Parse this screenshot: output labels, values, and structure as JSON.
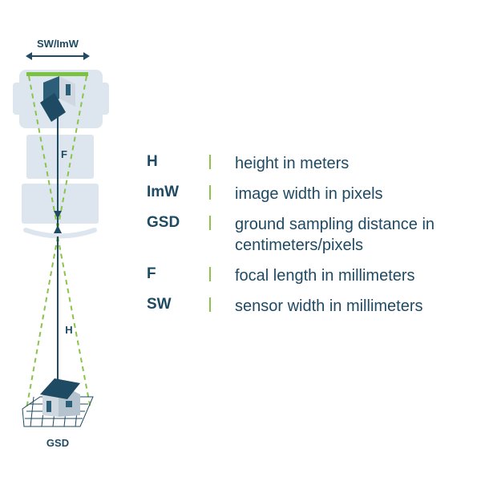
{
  "diagram": {
    "top_label": "SW/ImW",
    "focal_label": "F",
    "height_label": "H",
    "bottom_label": "GSD"
  },
  "colors": {
    "navy": "#1f4a63",
    "green": "#7cc242",
    "dash_green": "#8bc34a",
    "camera_body": "#dde6ee",
    "camera_outline": "#c9d5df"
  },
  "icons": [
    "camera-body-icon",
    "house-icon",
    "ground-grid-icon"
  ],
  "legend": [
    {
      "key": "H",
      "desc": "height in meters"
    },
    {
      "key": "ImW",
      "desc": "image width in pixels"
    },
    {
      "key": "GSD",
      "desc": "ground sampling distance in centimeters/pixels"
    },
    {
      "key": "F",
      "desc": "focal length in millimeters"
    },
    {
      "key": "SW",
      "desc": "sensor width in millimeters"
    }
  ]
}
